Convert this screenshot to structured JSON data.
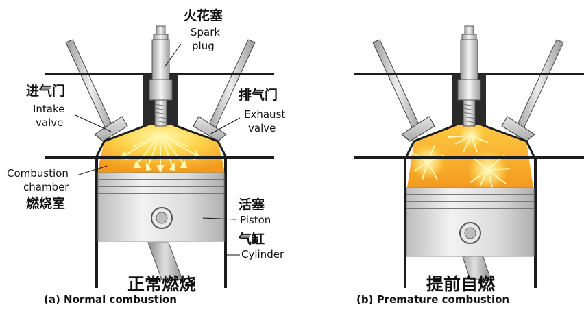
{
  "labels": {
    "spark_plug_zh": "火花塞",
    "spark_plug_en_1": "Spark",
    "spark_plug_en_2": "plug",
    "intake_zh": "进气门",
    "intake_en_1": "Intake",
    "intake_en_2": "valve",
    "exhaust_zh": "排气门",
    "exhaust_en_1": "Exhaust",
    "exhaust_en_2": "valve",
    "chamber_en_1": "Combustion",
    "chamber_en_2": "chamber",
    "chamber_zh": "燃烧室",
    "piston_zh": "活塞",
    "piston_en": "Piston",
    "cylinder_zh": "气缸",
    "cylinder_en": "Cylinder"
  },
  "captions": {
    "left_zh": "正常燃烧",
    "left_en": "(a) Normal combustion",
    "right_zh": "提前自燃",
    "right_en": "(b) Premature combustion"
  },
  "colors": {
    "flame_center": "#fff7a0",
    "flame_edge": "#f6a21e",
    "metal": "#c9c9c9",
    "outline": "#1c1c1c"
  }
}
